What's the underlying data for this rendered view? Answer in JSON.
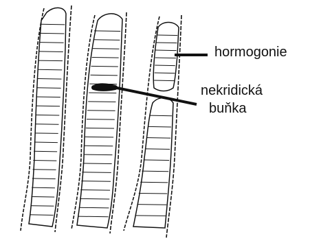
{
  "labels": {
    "hormogonie": "hormogonie",
    "necridic_line1": "nekridická",
    "necridic_line2": "buňka"
  },
  "colors": {
    "ink": "#111111",
    "background": "#ffffff"
  },
  "filaments": [
    {
      "name": "filament-left",
      "cells": 23
    },
    {
      "name": "filament-middle",
      "cells": 23,
      "necridic_cells": 1
    },
    {
      "name": "filament-right",
      "cells": 19,
      "hormogonium_cells": 8
    }
  ]
}
